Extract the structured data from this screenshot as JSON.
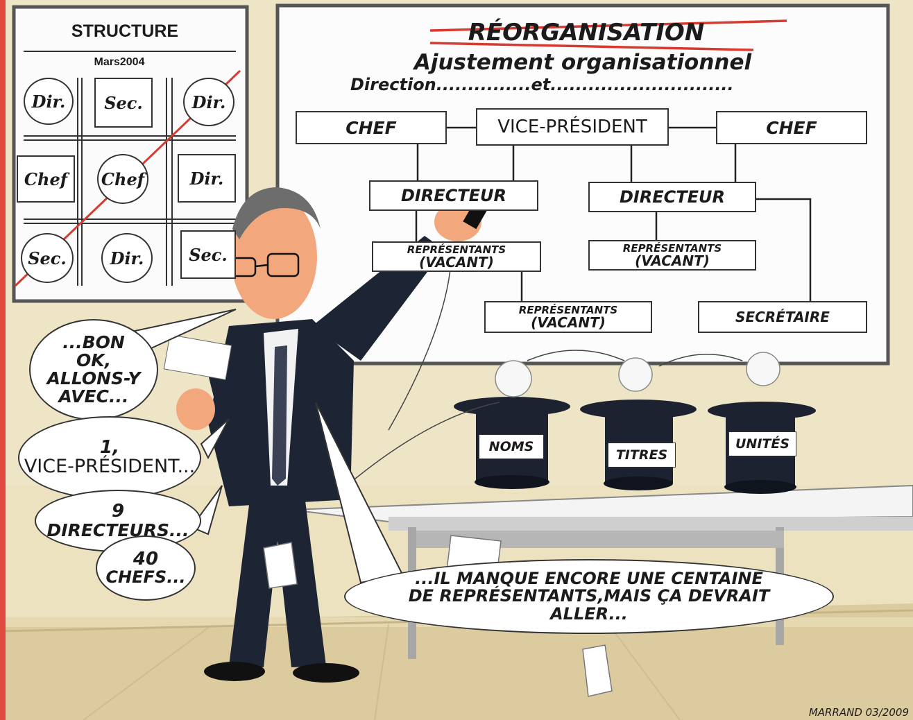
{
  "structure_board": {
    "title": "STRUCTURE",
    "date": "Mars2004",
    "cells": {
      "r1c1": "Dir.",
      "r1c2": "Sec.",
      "r1c3": "Dir.",
      "r2c1": "Chef",
      "r2c2": "Chef",
      "r2c3": "Dir.",
      "r3c1": "Sec.",
      "r3c2": "Dir.",
      "r3c3": "Sec."
    }
  },
  "org_board": {
    "struck_title": "RÉORGANISATION",
    "title": "Ajustement organisationnel",
    "subtitle": "Direction...............et.............................",
    "boxes": {
      "chef_left": "CHEF",
      "vice_president": "VICE-PRÉSIDENT",
      "chef_right": "CHEF",
      "directeur_left": "DIRECTEUR",
      "directeur_right": "DIRECTEUR",
      "rep_left_line1": "REPRÉSENTANTS",
      "rep_left_line2": "(VACANT)",
      "rep_right_line1": "REPRÉSENTANTS",
      "rep_right_line2": "(VACANT)",
      "rep_bottom_line1": "REPRÉSENTANTS",
      "rep_bottom_line2": "(VACANT)",
      "secretaire": "SECRÉTAIRE"
    }
  },
  "speech": {
    "b1": "...BON OK, ALLONS-Y AVEC...",
    "b2_num": "1,",
    "b2_text": "VICE-PRÉSIDENT...",
    "b3_num": "9",
    "b3_text": "DIRECTEURS...",
    "b4_num": "40",
    "b4_text": "CHEFS...",
    "b5": "...IL MANQUE ENCORE UNE CENTAINE DE REPRÉSENTANTS,MAIS ÇA DEVRAIT ALLER..."
  },
  "hats": {
    "noms": "NOMS",
    "titres": "TITRES",
    "unites": "UNITÉS"
  },
  "signature": "MARRAND 03/2009",
  "colors": {
    "wall": "#e9dcb6",
    "floor": "#d8c79a",
    "left_edge": "#e04a3f",
    "strike_red": "#d63a30",
    "suit": "#1d2433"
  }
}
